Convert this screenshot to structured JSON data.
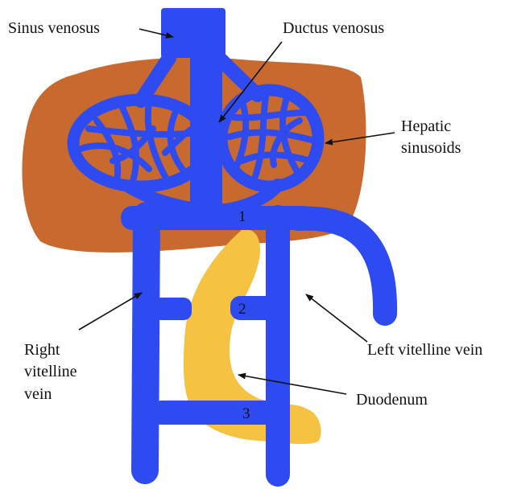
{
  "labels": {
    "sinus_venosus": "Sinus venosus",
    "ductus_venosus": "Ductus venosus",
    "hepatic_1": "Hepatic",
    "hepatic_2": "sinusoids",
    "right_vitelline_1": "Right",
    "right_vitelline_2": "vitelline",
    "right_vitelline_3": "vein",
    "left_vitelline": "Left vitelline vein",
    "duodenum": "Duodenum"
  },
  "anastomoses": {
    "a1": "1",
    "a2": "2",
    "a3": "3"
  },
  "colors": {
    "vein": "#2d4bf0",
    "liver": "#c8692f",
    "duodenum": "#f5c242",
    "text": "#111111"
  }
}
